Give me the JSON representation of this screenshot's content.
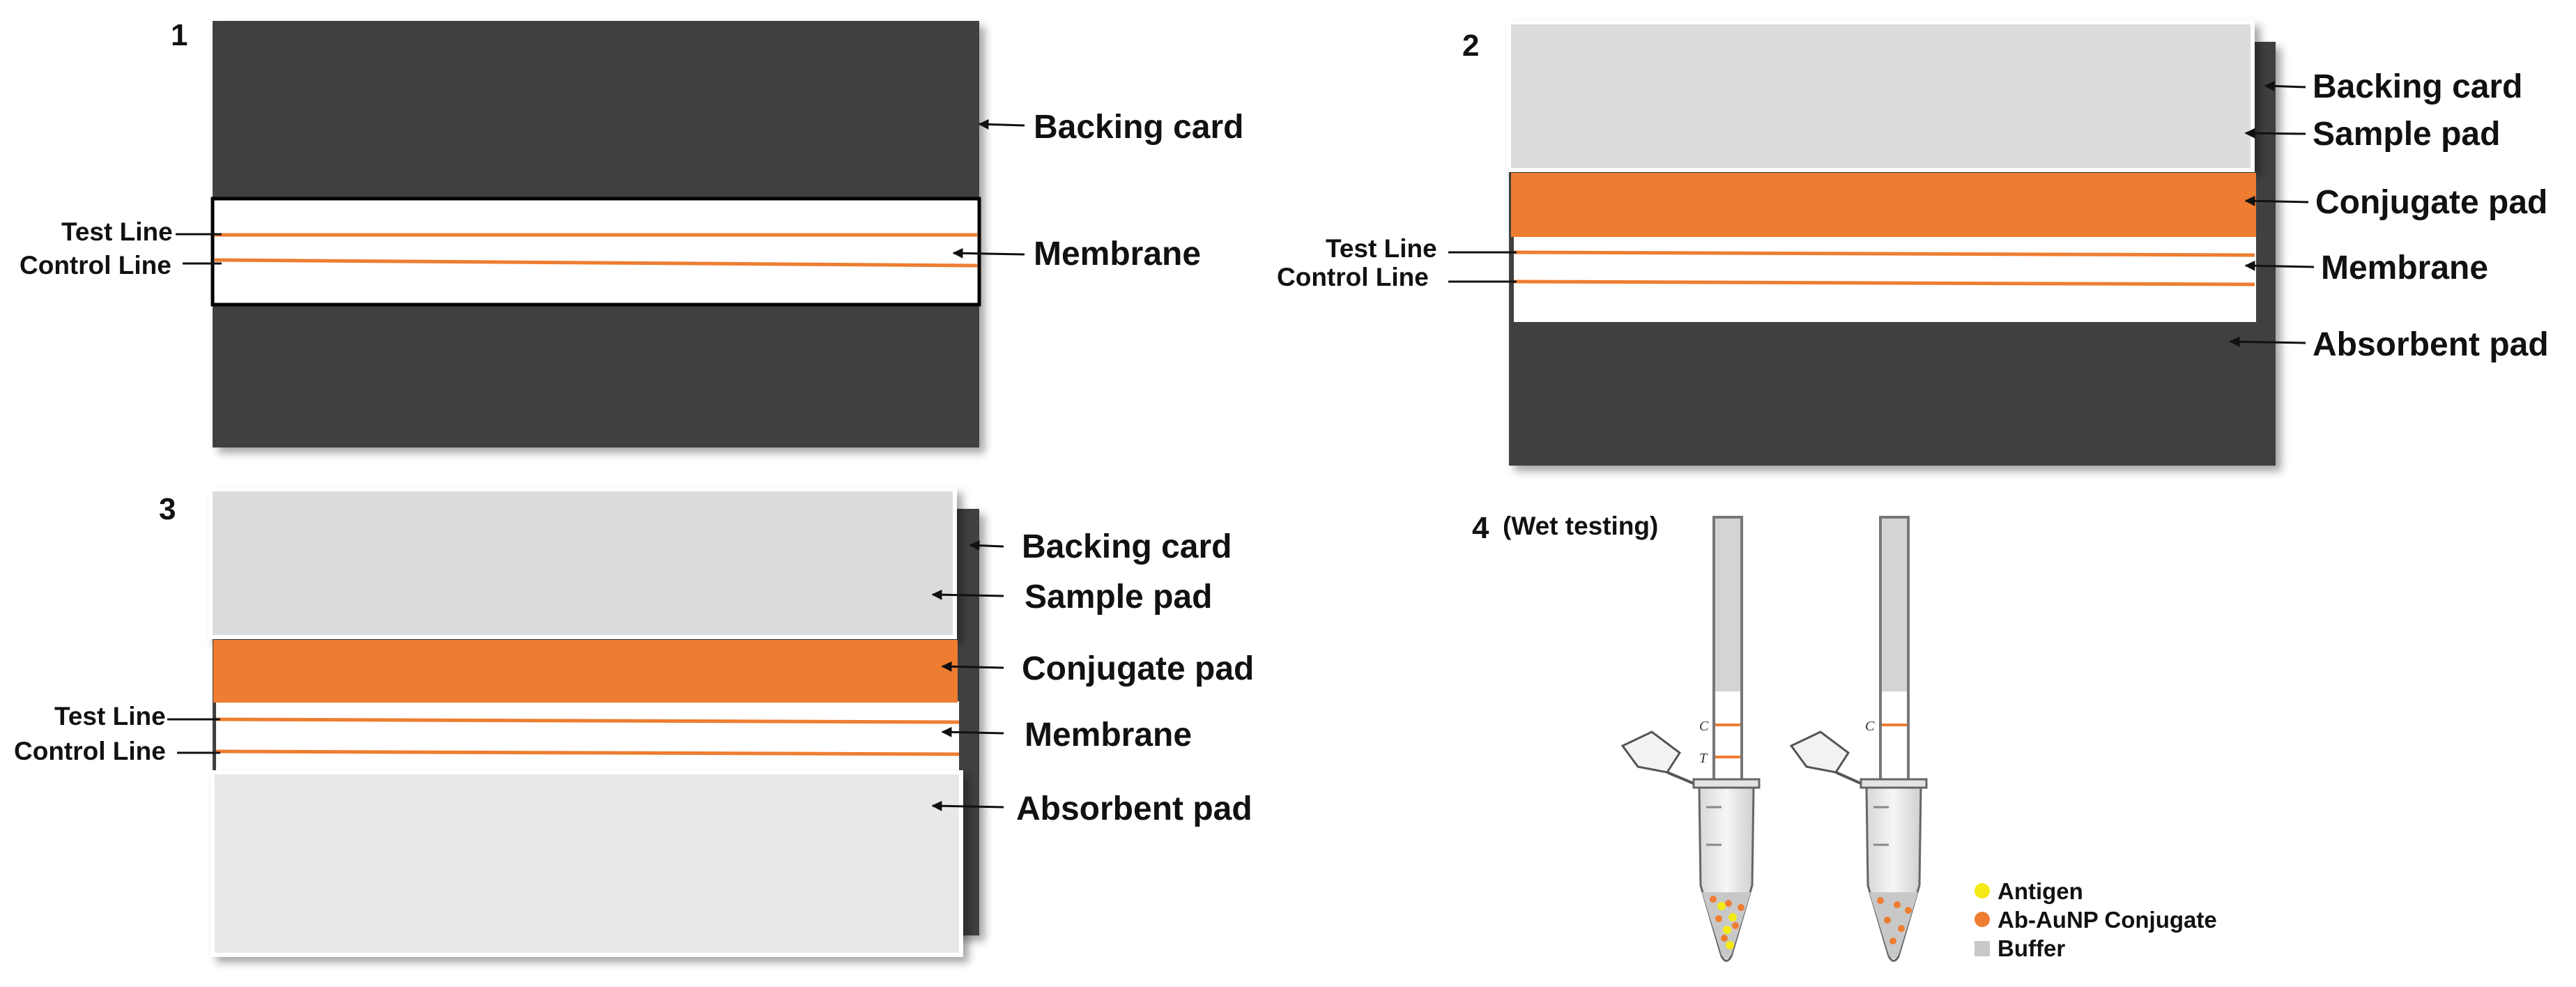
{
  "colors": {
    "backing_card": "#3f3f3f",
    "pad_light": "#dcdcdc",
    "pad_lighter": "#e8e8e8",
    "conjugate": "#ee7d31",
    "membrane": "#ffffff",
    "test_line": "#ee7d31",
    "antigen": "#f5ea14",
    "conjugate_particle": "#ee7d31",
    "buffer": "#c8c8c8",
    "text": "#111111"
  },
  "panel1": {
    "number": "1",
    "labels": {
      "backing_card": "Backing card",
      "membrane": "Membrane",
      "test_line": "Test Line",
      "control_line": "Control Line"
    }
  },
  "panel2": {
    "number": "2",
    "labels": {
      "backing_card": "Backing card",
      "sample_pad": "Sample pad",
      "conjugate_pad": "Conjugate pad",
      "membrane": "Membrane",
      "absorbent_pad": "Absorbent pad",
      "test_line": "Test Line",
      "control_line": "Control Line"
    }
  },
  "panel3": {
    "number": "3",
    "labels": {
      "backing_card": "Backing card",
      "sample_pad": "Sample pad",
      "conjugate_pad": "Conjugate pad",
      "membrane": "Membrane",
      "absorbent_pad": "Absorbent pad",
      "test_line": "Test Line",
      "control_line": "Control Line"
    }
  },
  "panel4": {
    "number": "4",
    "subtitle": "(Wet testing)",
    "tube_labels": {
      "control": "C",
      "test": "T"
    },
    "legend": [
      {
        "label": "Antigen",
        "color": "#f5ea14",
        "shape": "circle"
      },
      {
        "label": "Ab-AuNP Conjugate",
        "color": "#ee7d31",
        "shape": "circle"
      },
      {
        "label": "Buffer",
        "color": "#c8c8c8",
        "shape": "square"
      }
    ]
  }
}
